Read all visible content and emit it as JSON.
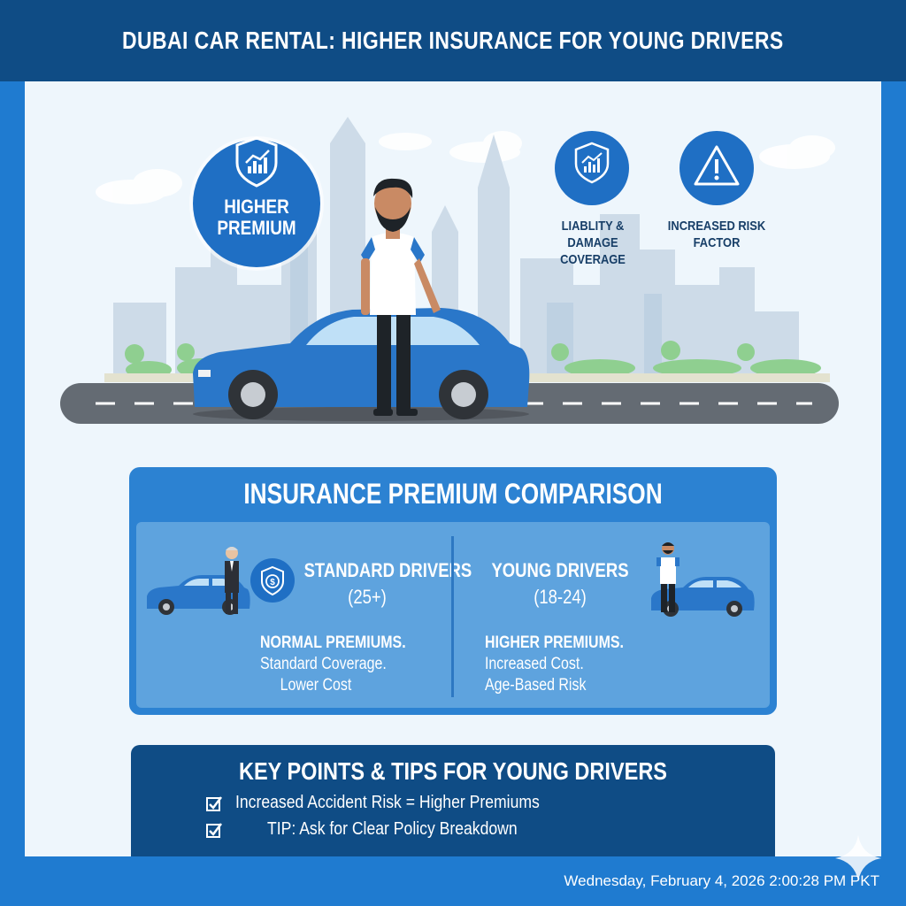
{
  "header": {
    "title": "DUBAI CAR RENTAL: HIGHER INSURANCE FOR YOUNG DRIVERS"
  },
  "badges": {
    "premium": {
      "line1": "HIGHER",
      "line2": "PREMIUM",
      "icon": "shield-growth-icon"
    },
    "liability": {
      "line1": "LIABLITY & DAMAGE",
      "line2": "COVERAGE",
      "icon": "shield-growth-icon"
    },
    "risk": {
      "line1": "INCREASED RISK",
      "line2": "FACTOR",
      "icon": "warning-triangle-icon"
    }
  },
  "comparison": {
    "title": "INSURANCE PREMIUM COMPARISON",
    "standard": {
      "title": "STANDARD DRIVERS",
      "age": "(25+)",
      "premium": "NORMAL PREMIUMS.",
      "coverage": "Standard Coverage.",
      "cost": "Lower Cost",
      "icon": "shield-dollar-icon"
    },
    "young": {
      "title": "YOUNG DRIVERS",
      "age": "(18-24)",
      "premium": "HIGHER PREMIUMS.",
      "cost": "Increased Cost.",
      "risk": "Age-Based Risk"
    }
  },
  "tips": {
    "title": "KEY POINTS & TIPS FOR YOUNG DRIVERS",
    "items": [
      "Increased Accident Risk = Higher Premiums",
      "TIP: Ask for Clear Policy Breakdown"
    ]
  },
  "timestamp": "Wednesday, February 4, 2026 2:00:28 PM PKT",
  "colors": {
    "navy": "#0f4c85",
    "blue": "#1f7bd0",
    "car": "#2a77c9",
    "panel": "#eef6fc"
  }
}
